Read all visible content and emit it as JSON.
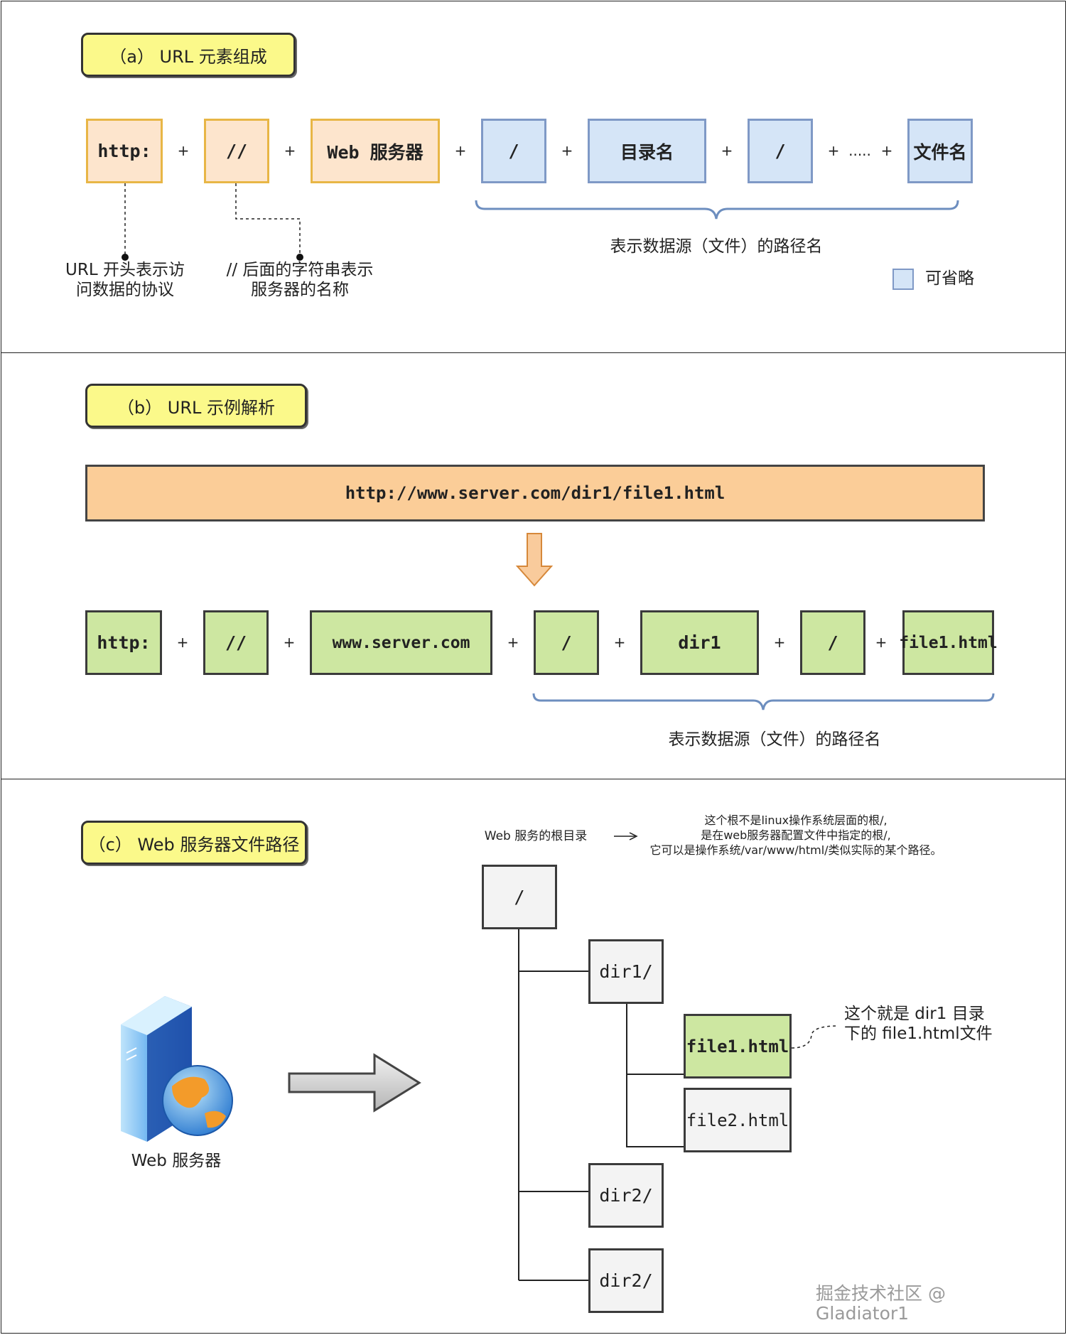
{
  "panel_a": {
    "tag": "（a） URL 元素组成",
    "boxes": [
      "http:",
      "//",
      "Web 服务器",
      "/",
      "目录名",
      "/",
      "文件名"
    ],
    "plus": "+",
    "ellipsis": ".....",
    "brace_label": "表示数据源（文件）的路径名",
    "note_protocol": [
      "URL 开头表示访",
      "问数据的协议"
    ],
    "note_server": [
      "// 后面的字符串表示",
      "服务器的名称"
    ],
    "legend_label": "可省略",
    "colors": {
      "required": "#fde5cd",
      "optional": "#d5e5f7"
    }
  },
  "panel_b": {
    "tag": "（b） URL 示例解析",
    "url": "http://www.server.com/dir1/file1.html",
    "boxes": [
      "http:",
      "//",
      "www.server.com",
      "/",
      "dir1",
      "/",
      "file1.html"
    ],
    "plus": "+",
    "brace_label": "表示数据源（文件）的路径名",
    "colors": {
      "url_bar": "#fbcd98",
      "parts": "#cde7a1",
      "arrow": "#f9cb9c"
    }
  },
  "panel_c": {
    "tag": "（c） Web 服务器文件路径",
    "server_label": "Web 服务器",
    "root_caption": "Web 服务的根目录",
    "root_note": [
      "这个根不是linux操作系统层面的根/,",
      "是在web服务器配置文件中指定的根/,",
      "它可以是操作系统/var/www/html/类似实际的某个路径。"
    ],
    "tree": {
      "root": "/",
      "dir1": "dir1/",
      "file1": "file1.html",
      "file2": "file2.html",
      "dir2a": "dir2/",
      "dir2b": "dir2/"
    },
    "file_note": [
      "这个就是 dir1 目录",
      "下的 file1.html文件"
    ],
    "watermark": "掘金技术社区 @ Gladiator1",
    "colors": {
      "highlight": "#cde7a1",
      "node": "#f3f3f3"
    }
  }
}
